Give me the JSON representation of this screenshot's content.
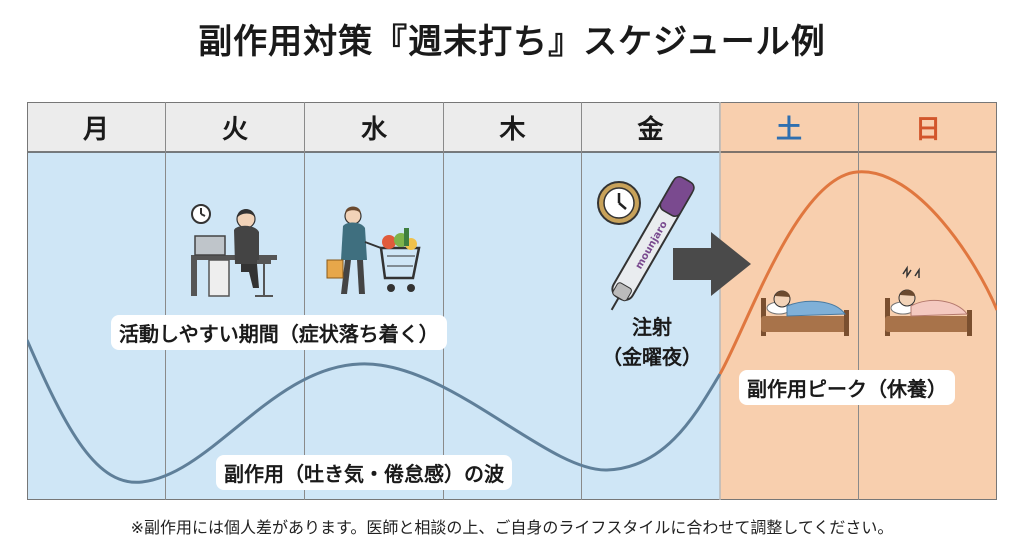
{
  "title": "副作用対策『週末打ち』スケジュール例",
  "days": [
    {
      "label": "月",
      "weekend": false
    },
    {
      "label": "火",
      "weekend": false
    },
    {
      "label": "水",
      "weekend": false
    },
    {
      "label": "木",
      "weekend": false
    },
    {
      "label": "金",
      "weekend": false
    },
    {
      "label": "土",
      "weekend": true
    },
    {
      "label": "日",
      "weekend": true
    }
  ],
  "labels": {
    "active_period": "活動しやすい期間（症状落ち着く）",
    "injection_line1": "注射",
    "injection_line2": "（金曜夜）",
    "peak": "副作用ピーク（休養）",
    "wave": "副作用（吐き気・倦怠感）の波"
  },
  "pen_text": "mounjaro",
  "footnote": "※副作用には個人差があります。医師と相談の上、ご自身のライフスタイルに合わせて調整してください。",
  "colors": {
    "weekday_bg": "#cfe6f6",
    "weekend_bg": "#f8cfae",
    "weekday_curve": "#5f7f99",
    "weekend_curve": "#e0773f",
    "saturday_text": "#2f6fb0",
    "sunday_text": "#d2562b"
  },
  "icons": [
    "clock-icon",
    "office-worker-icon",
    "shopper-with-cart-icon",
    "injection-pen-icon",
    "right-arrow-icon",
    "sleeping-person-icon",
    "sick-person-in-bed-icon"
  ]
}
